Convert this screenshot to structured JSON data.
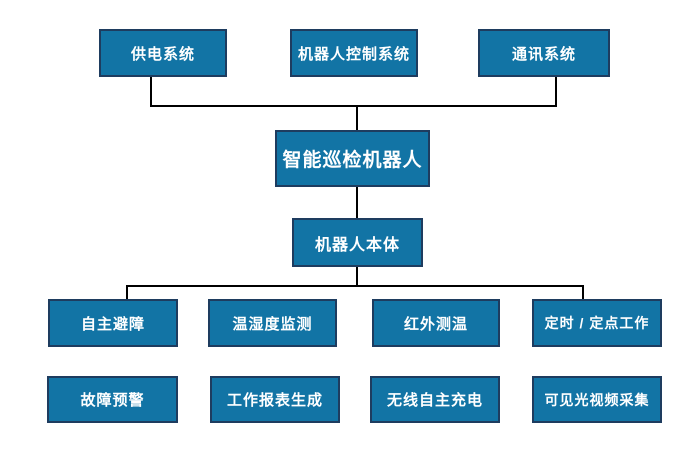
{
  "diagram": {
    "type": "hierarchy-flowchart",
    "background_color": "#ffffff",
    "colors": {
      "node_fill": "#1274A5",
      "node_border": "#1E3C5F",
      "node_text": "#FFFFFF",
      "connector": "#000000"
    },
    "nodes": {
      "power_system": {
        "label": "供电系统"
      },
      "robot_control_system": {
        "label": "机器人控制系统"
      },
      "communication_system": {
        "label": "通讯系统"
      },
      "intelligent_inspection_robot": {
        "label": "智能巡检机器人"
      },
      "robot_body": {
        "label": "机器人本体"
      },
      "autonomous_obstacle_avoidance": {
        "label": "自主避障"
      },
      "temperature_humidity_monitoring": {
        "label": "温湿度监测"
      },
      "infrared_temperature_measurement": {
        "label": "红外测温"
      },
      "timed_fixed_point_work": {
        "label": "定时 / 定点工作"
      },
      "fault_early_warning": {
        "label": "故障预警"
      },
      "work_report_generation": {
        "label": "工作报表生成"
      },
      "wireless_autonomous_charging": {
        "label": "无线自主充电"
      },
      "visible_light_video_capture": {
        "label": "可见光视频采集"
      }
    },
    "edges": [
      {
        "from": "power_system",
        "to": "intelligent_inspection_robot"
      },
      {
        "from": "communication_system",
        "to": "intelligent_inspection_robot"
      },
      {
        "from": "intelligent_inspection_robot",
        "to": "robot_body"
      },
      {
        "from": "robot_body",
        "to": "autonomous_obstacle_avoidance"
      },
      {
        "from": "robot_body",
        "to": "timed_fixed_point_work"
      }
    ]
  }
}
